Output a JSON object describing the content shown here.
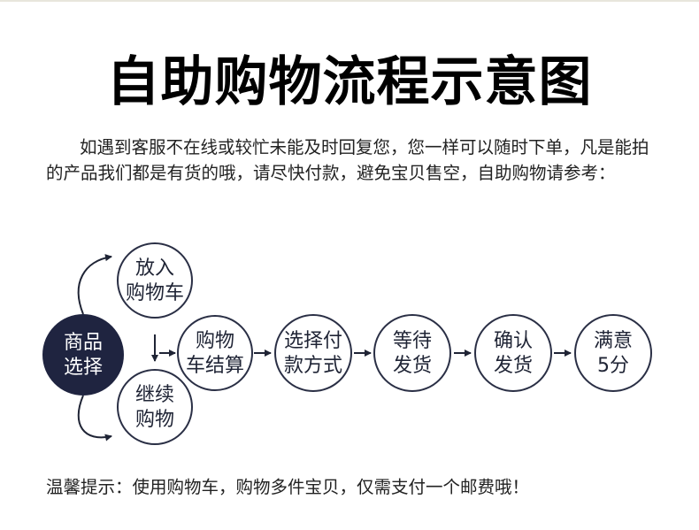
{
  "title": "自助购物流程示意图",
  "intro": "如遇到客服不在线或较忙未能及时回复您，您一样可以随时下单，凡是能拍的产品我们都是有货的哦，请尽快付款，避免宝贝售空，自助购物请参考：",
  "nodes": {
    "select": {
      "line1": "商品",
      "line2": "选择"
    },
    "add_cart": {
      "line1": "放入",
      "line2": "购物车"
    },
    "continue": {
      "line1": "继续",
      "line2": "购物"
    },
    "checkout": {
      "line1": "购物",
      "line2": "车结算"
    },
    "payment": {
      "line1": "选择付",
      "line2": "款方式"
    },
    "wait": {
      "line1": "等待",
      "line2": "发货"
    },
    "confirm": {
      "line1": "确认",
      "line2": "发货"
    },
    "rating": {
      "line1": "满意",
      "line2": "5分"
    }
  },
  "tip": "温馨提示：使用购物车，购物多件宝贝，仅需支付一个邮费哦！",
  "colors": {
    "dark_node": "#1f2440",
    "outline": "#2a2f45"
  }
}
